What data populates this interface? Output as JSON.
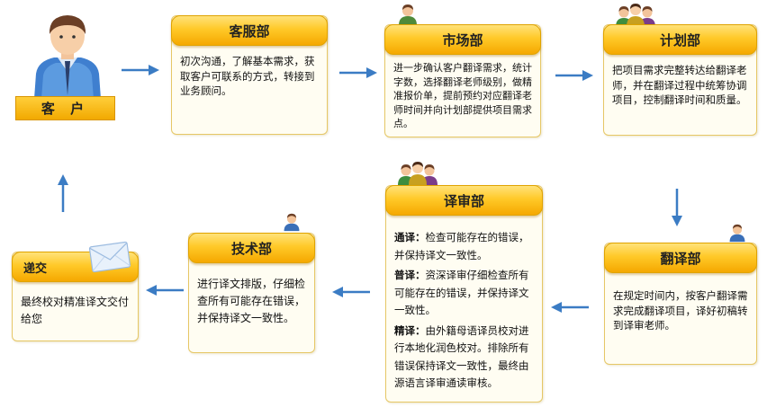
{
  "customer": {
    "label": "客 户"
  },
  "steps": [
    {
      "title": "客服部",
      "body": "初次沟通，了解基本需求，获取客户可联系的方式，转接到业务顾问。"
    },
    {
      "title": "市场部",
      "body": "进一步确认客户翻译需求，统计字数，选择翻译老师级别，做精准报价单，提前预约对应翻译老师时间并向计划部提供项目需求点。"
    },
    {
      "title": "计划部",
      "body": "把项目需求完整转达给翻译老师，并在翻译过程中统筹协调项目，控制翻译时间和质量。"
    },
    {
      "title": "翻译部",
      "body": "在规定时间内，按客户翻译需求完成翻译项目，译好初稿转到译审老师。"
    },
    {
      "title": "译审部",
      "items": [
        {
          "term": "通译",
          "sep": "：",
          "text": "检查可能存在的错误，并保持译文一致性。"
        },
        {
          "term": "普译",
          "sep": "：",
          "text": "资深译审仔细检查所有可能存在的错误，并保持译文一致性。"
        },
        {
          "term": "精译",
          "sep": "：",
          "text": "由外籍母语译员校对进行本地化润色校对。排除所有错误保持译文一致性，最终由源语言译审通读审核。"
        }
      ]
    },
    {
      "title": "技术部",
      "body": "进行译文排版，仔细检查所有可能存在错误，并保持译文一致性。"
    },
    {
      "title": "递交",
      "body": "最终校对精准译文交付给您"
    }
  ]
}
